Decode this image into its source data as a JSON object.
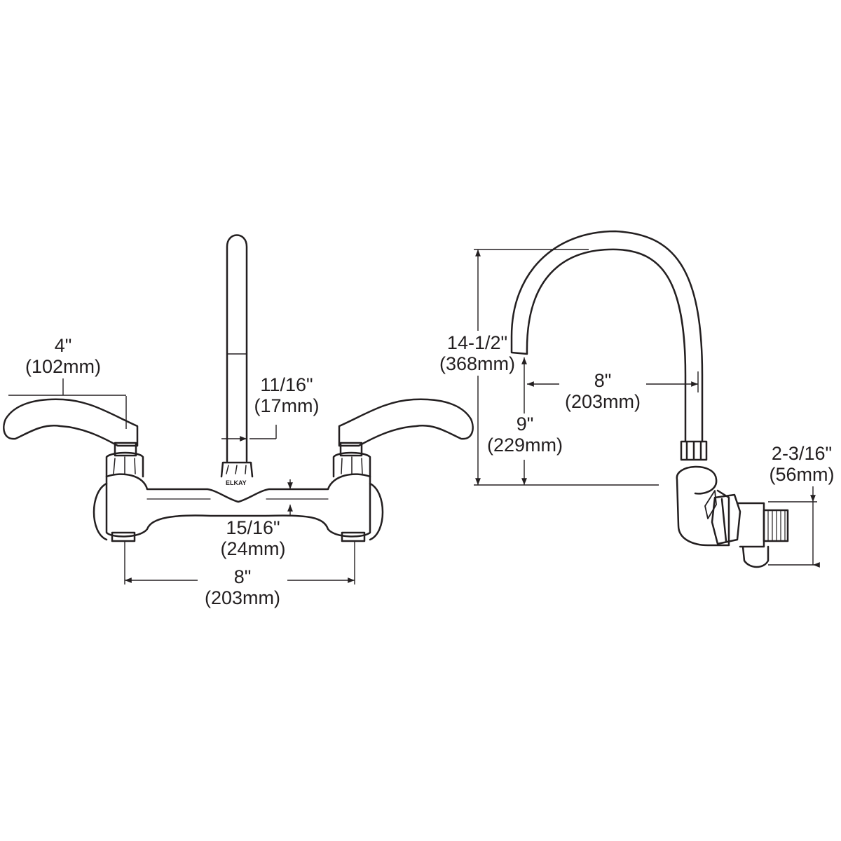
{
  "colors": {
    "ink": "#231f20",
    "paper": "#ffffff"
  },
  "brand_mark": "ELKAY",
  "front_view": {
    "handle_length": {
      "imperial": "4\"",
      "metric": "(102mm)"
    },
    "spout_tube_diameter": {
      "imperial": "11/16\"",
      "metric": "(17mm)"
    },
    "body_height": {
      "imperial": "15/16\"",
      "metric": "(24mm)"
    },
    "center_spacing": {
      "imperial": "8\"",
      "metric": "(203mm)"
    }
  },
  "side_view": {
    "overall_height": {
      "imperial": "14-1/2\"",
      "metric": "(368mm)"
    },
    "spout_reach": {
      "imperial": "8\"",
      "metric": "(203mm)"
    },
    "spout_clearance": {
      "imperial": "9\"",
      "metric": "(229mm)"
    },
    "wall_projection": {
      "imperial": "2-3/16\"",
      "metric": "(56mm)"
    }
  }
}
